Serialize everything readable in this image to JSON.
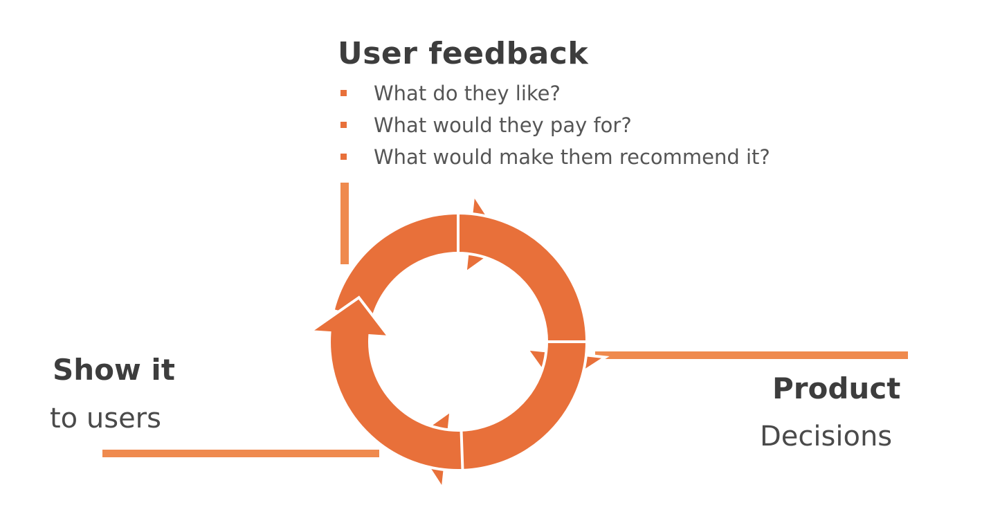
{
  "colors": {
    "accent": "#e8703a",
    "line": "#ef8a4e",
    "text": "#3d3d3d"
  },
  "top": {
    "title": "User feedback",
    "bullets": [
      "What do they like?",
      "What would they pay for?",
      "What would make them recommend it?"
    ]
  },
  "left": {
    "title": "Show it",
    "subtitle": "to users"
  },
  "right": {
    "title": "Product",
    "subtitle": "Decisions"
  }
}
